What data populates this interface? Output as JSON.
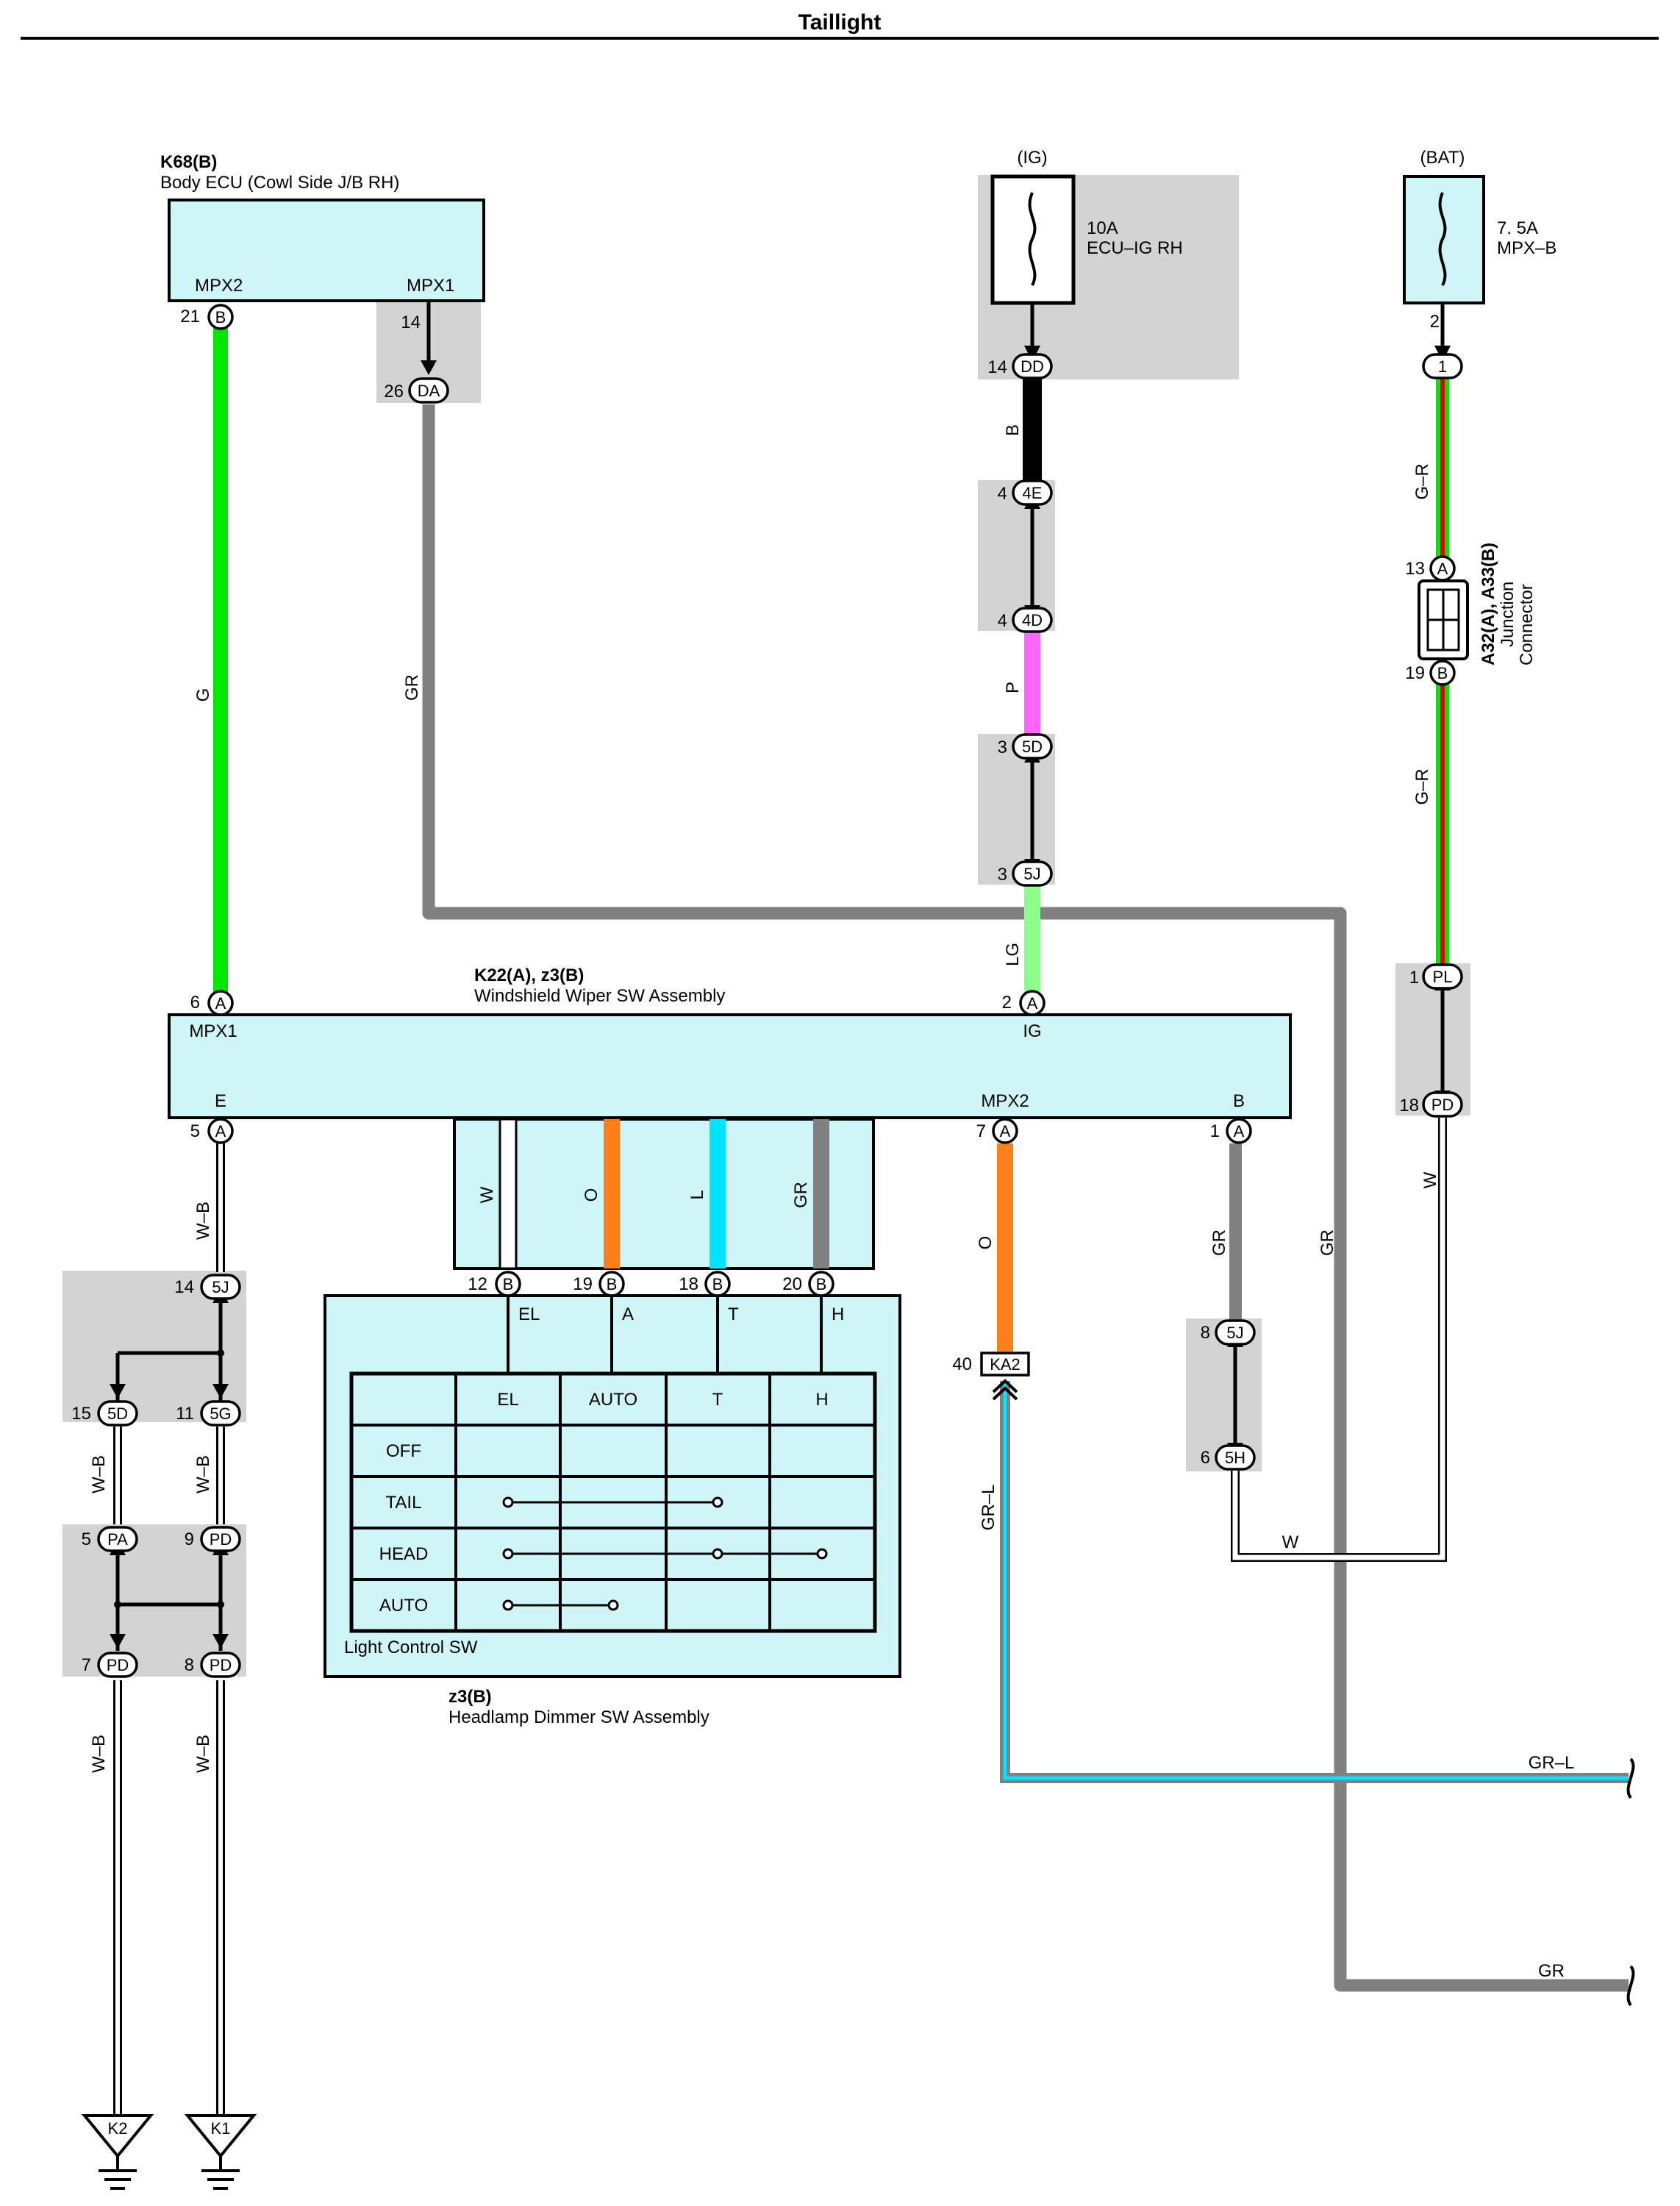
{
  "title": "Taillight",
  "body_ecu": {
    "ref": "K68(B)",
    "name": "Body ECU (Cowl Side J/B RH)",
    "pin_mpx2": "MPX2",
    "pin_mpx1": "MPX1"
  },
  "fuse_ig": {
    "source": "(IG)",
    "rating": "10A",
    "name": "ECU–IG RH"
  },
  "fuse_bat": {
    "source": "(BAT)",
    "rating": "7. 5A",
    "name": "MPX–B"
  },
  "junction": {
    "ref": "A32(A), A33(B)",
    "line1": "Junction",
    "line2": "Connector"
  },
  "wiper_sw": {
    "ref": "K22(A), z3(B)",
    "name": "Windshield Wiper SW Assembly",
    "pin_mpx1": "MPX1",
    "pin_ig": "IG",
    "pin_e": "E",
    "pin_mpx2": "MPX2",
    "pin_b": "B"
  },
  "dimmer_sw": {
    "ref": "z3(B)",
    "name": "Headlamp Dimmer SW Assembly",
    "sub": "Light Control SW",
    "pin_el": "EL",
    "pin_a": "A",
    "pin_t": "T",
    "pin_h": "H",
    "table": {
      "headers": [
        "EL",
        "AUTO",
        "T",
        "H"
      ],
      "rows": [
        "OFF",
        "TAIL",
        "HEAD",
        "AUTO"
      ]
    }
  },
  "wire_colors": {
    "G": "G",
    "GR": "GR",
    "B": "B",
    "P": "P",
    "LG": "LG",
    "GR_R": "G–R",
    "W_B": "W–B",
    "W": "W",
    "O": "O",
    "L": "L",
    "GR_L": "GR–L"
  },
  "pins": {
    "ecu_21": "21",
    "ecu_14": "14",
    "ecu_26": "26",
    "ig_14": "14",
    "ig_4a": "4",
    "ig_4b": "4",
    "ig_3a": "3",
    "ig_3b": "3",
    "bat_2": "2",
    "bat_13": "13",
    "bat_19": "19",
    "bat_1": "1",
    "bat_18": "18",
    "sw_6": "6",
    "sw_2": "2",
    "sw_5": "5",
    "sw_7": "7",
    "sw_1": "1",
    "b12": "12",
    "b19": "19",
    "b18": "18",
    "b20": "20",
    "l14": "14",
    "l15": "15",
    "l11": "11",
    "l5": "5",
    "l9": "9",
    "l7": "7",
    "l8": "8",
    "r8": "8",
    "r6": "6",
    "ka_40": "40"
  },
  "connectors": {
    "B": "B",
    "DA": "DA",
    "DD": "DD",
    "4E": "4E",
    "4D": "4D",
    "5D": "5D",
    "5J": "5J",
    "1": "1",
    "A": "A",
    "PL": "PL",
    "PD": "PD",
    "5G": "5G",
    "PA": "PA",
    "5H": "5H",
    "KA2": "KA2"
  },
  "grounds": {
    "k2": "K2",
    "k1": "K1"
  },
  "colors": {
    "green": "#00e600",
    "gray": "#808080",
    "black": "#000000",
    "pink": "#ff66ff",
    "light_green": "#8cff8c",
    "orange": "#ff7f1a",
    "cyan": "#00e5ff",
    "red": "#e00000",
    "box_fill": "#cff6f6",
    "shade": "#d3d3d3"
  }
}
